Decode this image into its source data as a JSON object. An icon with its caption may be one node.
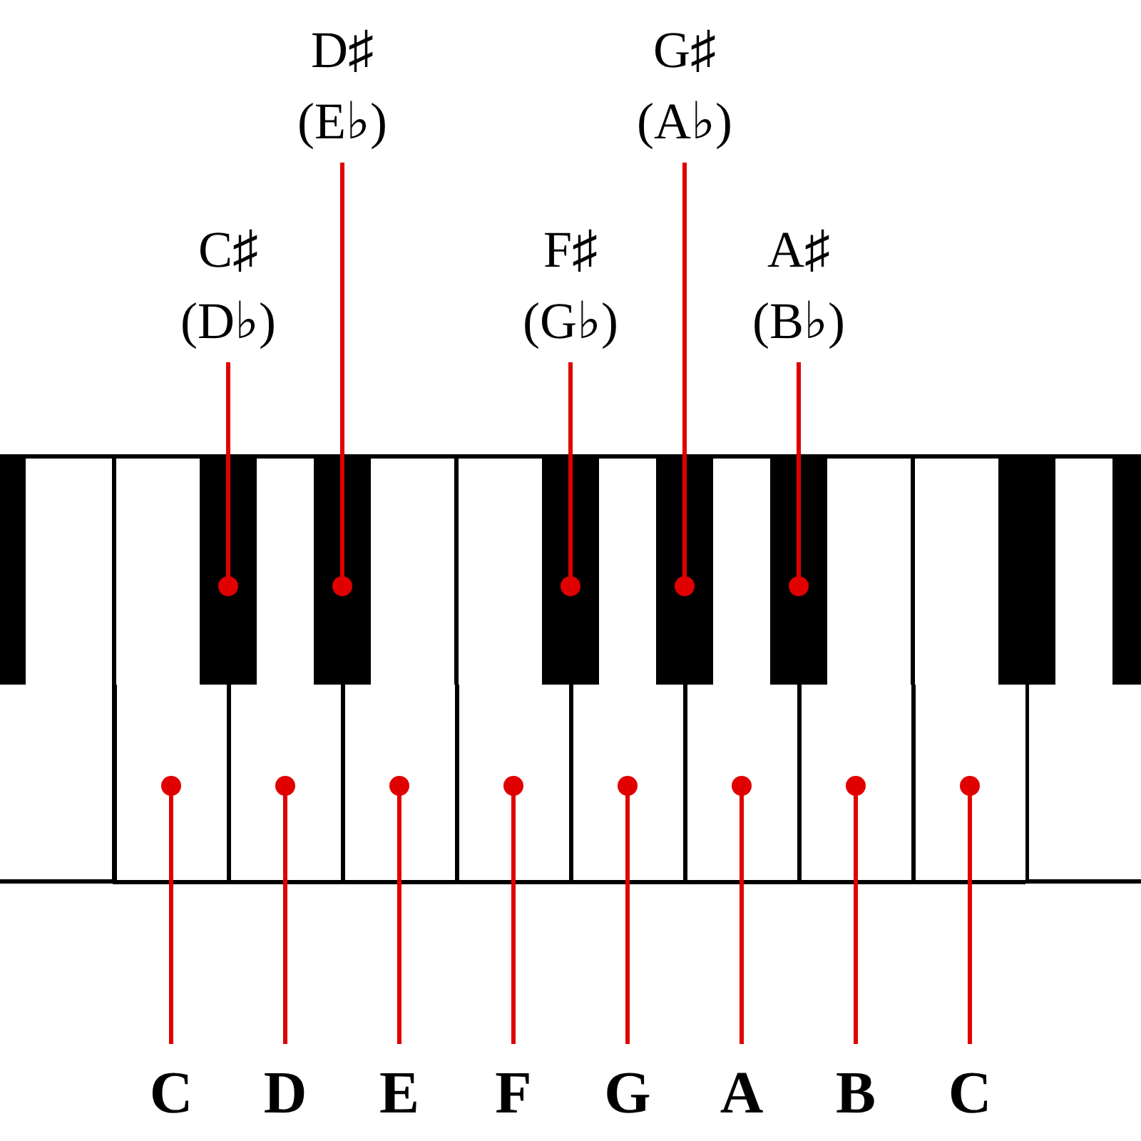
{
  "diagram": {
    "nodes": [
      {
        "text": [
          "C♯",
          "(D♭)"
        ]
      },
      {
        "text": [
          "D♯",
          "(E♭)"
        ]
      },
      {
        "text": [
          "F♯",
          "(G♭)"
        ]
      },
      {
        "text": [
          "G♯",
          "(A♭)"
        ]
      },
      {
        "text": [
          "A♯",
          "(B♭)"
        ]
      },
      {
        "text": [],
        "shape": "box"
      },
      {
        "text": [],
        "shape": "box"
      },
      {
        "text": [],
        "shape": "box"
      },
      {
        "text": [],
        "shape": "box"
      },
      {
        "text": [],
        "shape": "box"
      },
      {
        "text": [],
        "shape": "box"
      },
      {
        "text": [],
        "shape": "box"
      },
      {
        "text": [],
        "shape": "box"
      },
      {
        "text": [],
        "shape": "box"
      },
      {
        "text": [],
        "shape": "box"
      },
      {
        "text": [],
        "shape": "box"
      },
      {
        "text": [],
        "shape": "box"
      },
      {
        "text": [],
        "shape": "box"
      },
      {
        "text": [
          "C"
        ]
      },
      {
        "text": [
          "D"
        ]
      },
      {
        "text": [
          "E"
        ]
      },
      {
        "text": [
          "F"
        ]
      },
      {
        "text": [
          "G"
        ]
      },
      {
        "text": [
          "A"
        ]
      },
      {
        "text": [
          "B"
        ]
      },
      {
        "text": [
          "C"
        ]
      }
    ],
    "edges": [
      {
        "from": 0,
        "to": 5,
        "arrow": "other"
      },
      {
        "from": 1,
        "to": 6,
        "arrow": "other"
      },
      {
        "from": 2,
        "to": 7,
        "arrow": "other"
      },
      {
        "from": 3,
        "to": 8,
        "arrow": "other"
      },
      {
        "from": 4,
        "to": 9,
        "arrow": "other"
      },
      {
        "from": 18,
        "to": 10,
        "arrow": "other"
      },
      {
        "from": 19,
        "to": 11,
        "arrow": "other"
      },
      {
        "from": 20,
        "to": 12,
        "arrow": "other"
      },
      {
        "from": 21,
        "to": 13,
        "arrow": "other"
      },
      {
        "from": 22,
        "to": 14,
        "arrow": "other"
      },
      {
        "from": 23,
        "to": 15,
        "arrow": "other"
      },
      {
        "from": 24,
        "to": 16,
        "arrow": "other"
      },
      {
        "from": 25,
        "to": 17,
        "arrow": "other"
      }
    ]
  }
}
